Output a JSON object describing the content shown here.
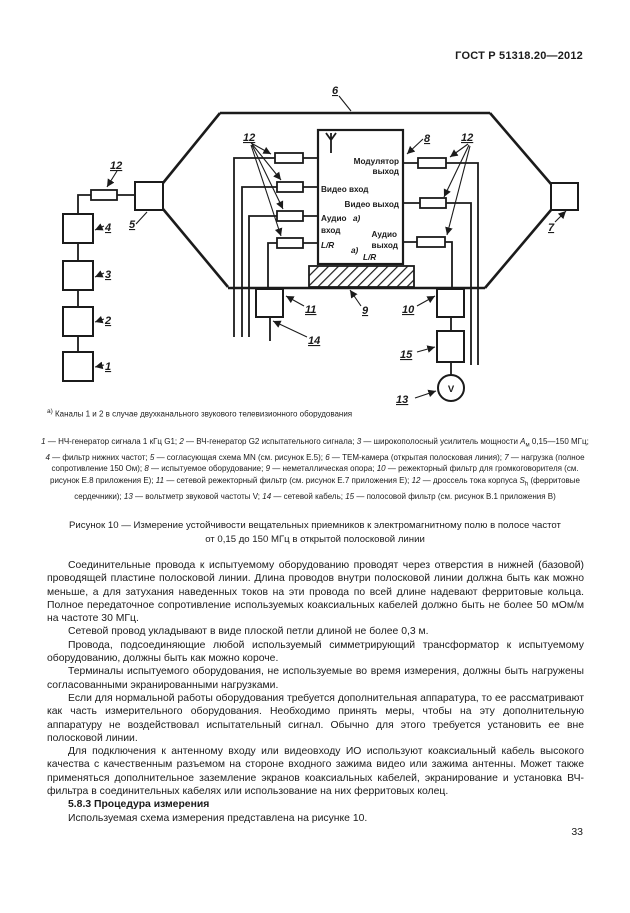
{
  "page": {
    "doc_number": "ГОСТ Р 51318.20—2012",
    "page_number": "33"
  },
  "figure": {
    "footnote": {
      "marker": "а)",
      "text": " Каналы 1 и 2 в случае двухканального звукового телевизионного оборудования"
    },
    "nums": {
      "n1": "1",
      "n2": "2",
      "n3": "3",
      "n4": "4",
      "n5": "5",
      "n6": "6",
      "n7": "7",
      "n8": "8",
      "n9": "9",
      "n10": "10",
      "n11": "11",
      "n12": "12",
      "n13": "13",
      "n14": "14",
      "n15": "15"
    },
    "eut": {
      "modulator_line1": "Модулятор",
      "modulator_line2": "выход",
      "video_in": "Видео вход",
      "video_out": "Видео выход",
      "audio_in_line1": "Аудио",
      "audio_in_line2": "вход",
      "audio_out_line1": "Аудио",
      "audio_out_line2": "выход",
      "lr_in": "L/R",
      "lr_out": "L/R",
      "note_a_1": "а)",
      "note_a_2": "а)",
      "voltmeter": "V"
    },
    "legend": {
      "i1": {
        "n": "1",
        "t": " — НЧ-генератор сигнала 1 кГц G1; "
      },
      "i2": {
        "n": "2",
        "t": " — ВЧ-генератор G2 испытательного сигнала; "
      },
      "i3": {
        "n": "3",
        "t1": " — широкополосный усилитель мощности ",
        "sym": "А",
        "sub": "м",
        "t2": " 0,15—150 МГц; "
      },
      "i4": {
        "n": "4",
        "t": " — фильтр нижних частот; "
      },
      "i5": {
        "n": "5",
        "t": " — согласующая схема MN (см. рисунок Е.5); "
      },
      "i6": {
        "n": "6",
        "t": " — ТЕМ-камера (открытая полосковая линия); "
      },
      "i7": {
        "n": "7",
        "t": " — нагрузка (полное сопротивление 150 Ом); "
      },
      "i8": {
        "n": "8",
        "t": " — испытуемое оборудование; "
      },
      "i9": {
        "n": "9",
        "t": " — неметаллическая опора; "
      },
      "i10": {
        "n": "10",
        "t": " — режекторный фильтр для громкоговорителя (см. рисунок Е.8 приложения Е); "
      },
      "i11": {
        "n": "11",
        "t": " — сетевой режекторный фильтр (см. рисунок Е.7 приложения Е); "
      },
      "i12": {
        "n": "12",
        "t1": " — дроссель тока корпуса ",
        "sym": "S",
        "sub": "h",
        "t2": " (ферритовые сердечники); "
      },
      "i13": {
        "n": "13",
        "t": " — вольтметр звуковой частоты V; "
      },
      "i14": {
        "n": "14",
        "t": " — сетевой кабель; "
      },
      "i15": {
        "n": "15",
        "t": " — полосовой фильтр (см. рисунок В.1 приложения В)"
      }
    },
    "caption": {
      "line1": "Рисунок 10 — Измерение устойчивости вещательных приемников к электромагнитному полю в полосе частот",
      "line2": "от 0,15 до 150 МГц в открытой полосковой линии"
    }
  },
  "body": {
    "p1": "Соединительные провода к испытуемому оборудованию проводят через отверстия в нижней (базовой) проводящей пластине полосковой линии. Длина проводов внутри полосковой линии должна быть как можно меньше, а для затухания наведенных токов на эти провода по всей длине надевают ферритовые кольца. Полное передаточное сопротивление используемых коаксиальных кабелей должно быть не более 50 мОм/м на частоте 30 МГц.",
    "p2": "Сетевой провод укладывают в виде плоской петли длиной не более 0,3 м.",
    "p3": "Провода, подсоединяющие любой используемый симметрирующий трансформатор к испытуемому оборудованию, должны быть как можно короче.",
    "p4": "Терминалы испытуемого оборудования, не используемые во время измерения, должны быть нагружены согласованными экранированными нагрузками.",
    "p5": "Если для нормальной работы оборудования требуется дополнительная аппаратура, то ее рассматривают как часть измерительного оборудования. Необходимо принять меры, чтобы на эту дополнительную аппаратуру не воздействовал испытательный сигнал. Обычно для этого требуется установить ее вне полосковой линии.",
    "p6": "Для подключения к антенному входу или видеовходу ИО используют коаксиальный кабель высокого качества с качественным разъемом на стороне входного зажима видео или зажима антенны. Может также применяться дополнительное заземление экранов коаксиальных кабелей, экранирование и установка ВЧ-фильтра в соединительных кабелях или использование на них ферритовых колец.",
    "heading": "5.8.3 Процедура измерения",
    "p7": "Используемая схема измерения представлена на рисунке 10."
  }
}
